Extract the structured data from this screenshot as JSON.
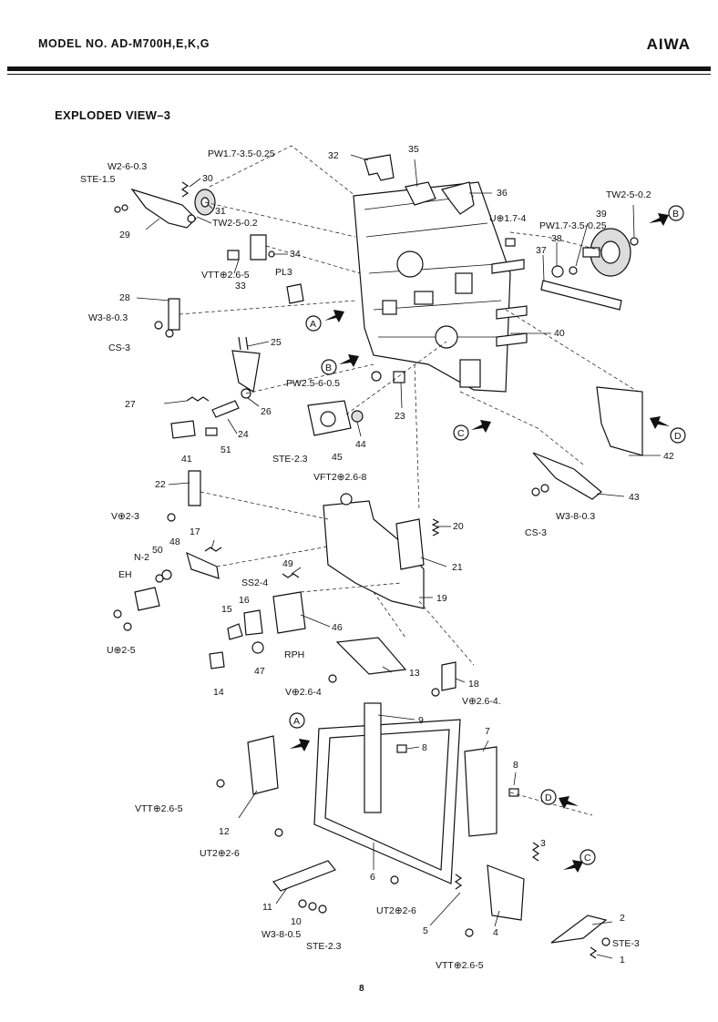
{
  "header": {
    "model": "MODEL NO. AD-M700H,E,K,G",
    "brand": "AIWA"
  },
  "section_title": "EXPLODED VIEW–3",
  "page_number": "8",
  "labels": {
    "stele15": "STE-1.5",
    "w2603": "W2-6-0.3",
    "pw17_top": "PW1.7-3.5-0.25",
    "p30": "30",
    "p31": "31",
    "tw252_a": "TW2-5-0.2",
    "p29": "29",
    "p34": "34",
    "vtt265_a": "VTT⊕2.6-5",
    "pl3": "PL3",
    "p33": "33",
    "p32": "32",
    "p35": "35",
    "p36": "36",
    "u174": "U⊕1.7-4",
    "tw252_b": "TW2-5-0.2",
    "p39": "39",
    "pw17_b": "PW1.7-3.5-0.25",
    "p38": "38",
    "p37": "37",
    "circ_b1": "B",
    "p28": "28",
    "w3803_a": "W3-8-0.3",
    "cs3_a": "CS-3",
    "circ_a1": "A",
    "p25": "25",
    "p40": "40",
    "circ_b2": "B",
    "pw2565": "PW2.5-6-0.5",
    "p27": "27",
    "p26": "26",
    "p24": "24",
    "p23": "23",
    "p44": "44",
    "circ_c1": "C",
    "p41": "41",
    "p51": "51",
    "ste23_a": "STE-2.3",
    "p45": "45",
    "circ_d1": "D",
    "p42": "42",
    "p22": "22",
    "vft268": "VFT2⊕2.6-8",
    "p43": "43",
    "w3803_b": "W3-8-0.3",
    "cs3_b": "CS-3",
    "v23": "V⊕2-3",
    "p17": "17",
    "p48": "48",
    "n2": "N-2",
    "p50": "50",
    "p20": "20",
    "eh": "EH",
    "p49": "49",
    "ss24": "SS2-4",
    "p21": "21",
    "p16": "16",
    "p15": "15",
    "p19": "19",
    "u25": "U⊕2-5",
    "p46": "46",
    "rph": "RPH",
    "p47": "47",
    "p13": "13",
    "p18": "18",
    "p14": "14",
    "v264_a": "V⊕2.6-4",
    "v264_b": "V⊕2.6-4.",
    "circ_a2": "A",
    "p9": "9",
    "p8a": "8",
    "p7": "7",
    "p8b": "8",
    "vtt265_b": "VTT⊕2.6-5",
    "p12": "12",
    "circ_d2": "D",
    "p3": "3",
    "ut226_a": "UT2⊕2-6",
    "circ_c2": "C",
    "p6": "6",
    "ut226_b": "UT2⊕2-6",
    "p11": "11",
    "p10": "10",
    "w3805": "W3-8-0.5",
    "ste23_b": "STE-2.3",
    "p5": "5",
    "p4": "4",
    "p2": "2",
    "ste3": "STE-3",
    "p1": "1",
    "vtt265_c": "VTT⊕2.6-5"
  }
}
